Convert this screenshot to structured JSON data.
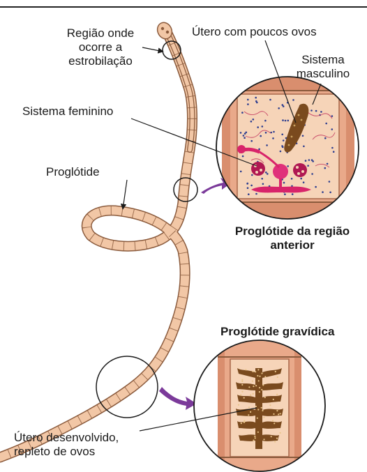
{
  "labels": {
    "estrobilacao": [
      "Região onde",
      "ocorre a",
      "estrobilação"
    ],
    "utero_poucos_ovos": "Útero com poucos ovos",
    "sistema_masculino": [
      "Sistema",
      "masculino"
    ],
    "sistema_feminino": "Sistema feminino",
    "proglotide": "Proglótide",
    "proglotide_anterior": [
      "Proglótide da região",
      "anterior"
    ],
    "proglotide_gravidica": "Proglótide gravídica",
    "utero_desenvolvido": [
      "Útero desenvolvido,",
      "repleto de ovos"
    ]
  },
  "colors": {
    "worm_fill": "#f2c7a6",
    "worm_stroke": "#8a5a3c",
    "segment_body": "#d98e6e",
    "segment_inner": "#f6d4b8",
    "uterus_brown": "#7a4a1e",
    "female_pink": "#d8246a",
    "dots_blue": "#2c3d8f",
    "arrow_purple": "#7b3a9a"
  }
}
